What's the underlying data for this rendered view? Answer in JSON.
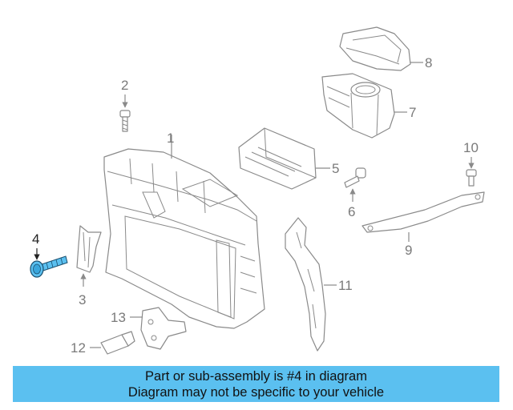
{
  "callouts": {
    "c1": "1",
    "c2": "2",
    "c3": "3",
    "c4": "4",
    "c5": "5",
    "c6": "6",
    "c7": "7",
    "c8": "8",
    "c9": "9",
    "c10": "10",
    "c11": "11",
    "c12": "12",
    "c13": "13"
  },
  "highlight_color": "#5bc0f0",
  "banner": {
    "line1": "Part or sub-assembly is #4 in diagram",
    "line2": "Diagram may not be specific to your vehicle"
  }
}
